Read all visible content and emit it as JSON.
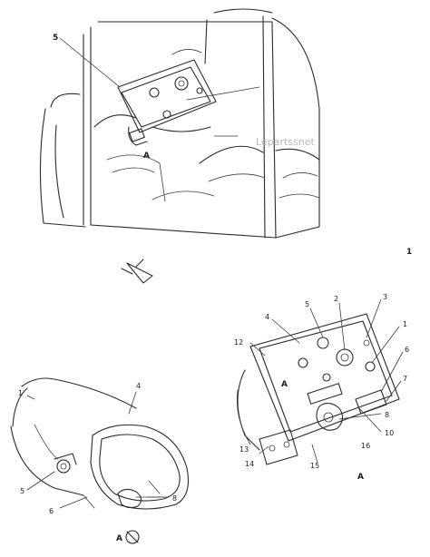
{
  "watermark": "Lepartssnet",
  "callouts": {
    "top_view": [
      "5",
      "A",
      "1"
    ],
    "panel_right": [
      "4",
      "5",
      "2",
      "3",
      "1",
      "6",
      "7",
      "8",
      "10",
      "12",
      "13",
      "14",
      "15",
      "16",
      "A"
    ],
    "lower_left": [
      "1",
      "4",
      "5",
      "6",
      "8"
    ]
  },
  "view_labels": {
    "view_a": "A",
    "section_b": "A"
  }
}
